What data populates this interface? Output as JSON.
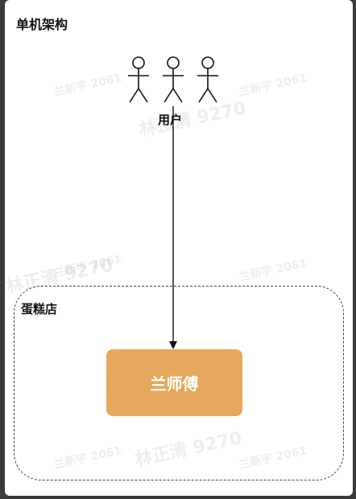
{
  "diagram": {
    "title": "单机架构",
    "users_label": "用户",
    "store_label": "蛋糕店",
    "worker_label": "兰师傅"
  },
  "watermarks": {
    "name_small": "兰新宇 2061",
    "name_large": "林正清 9270"
  },
  "colors": {
    "worker_fill": "#e6a85c",
    "dashed_border": "#444444"
  }
}
